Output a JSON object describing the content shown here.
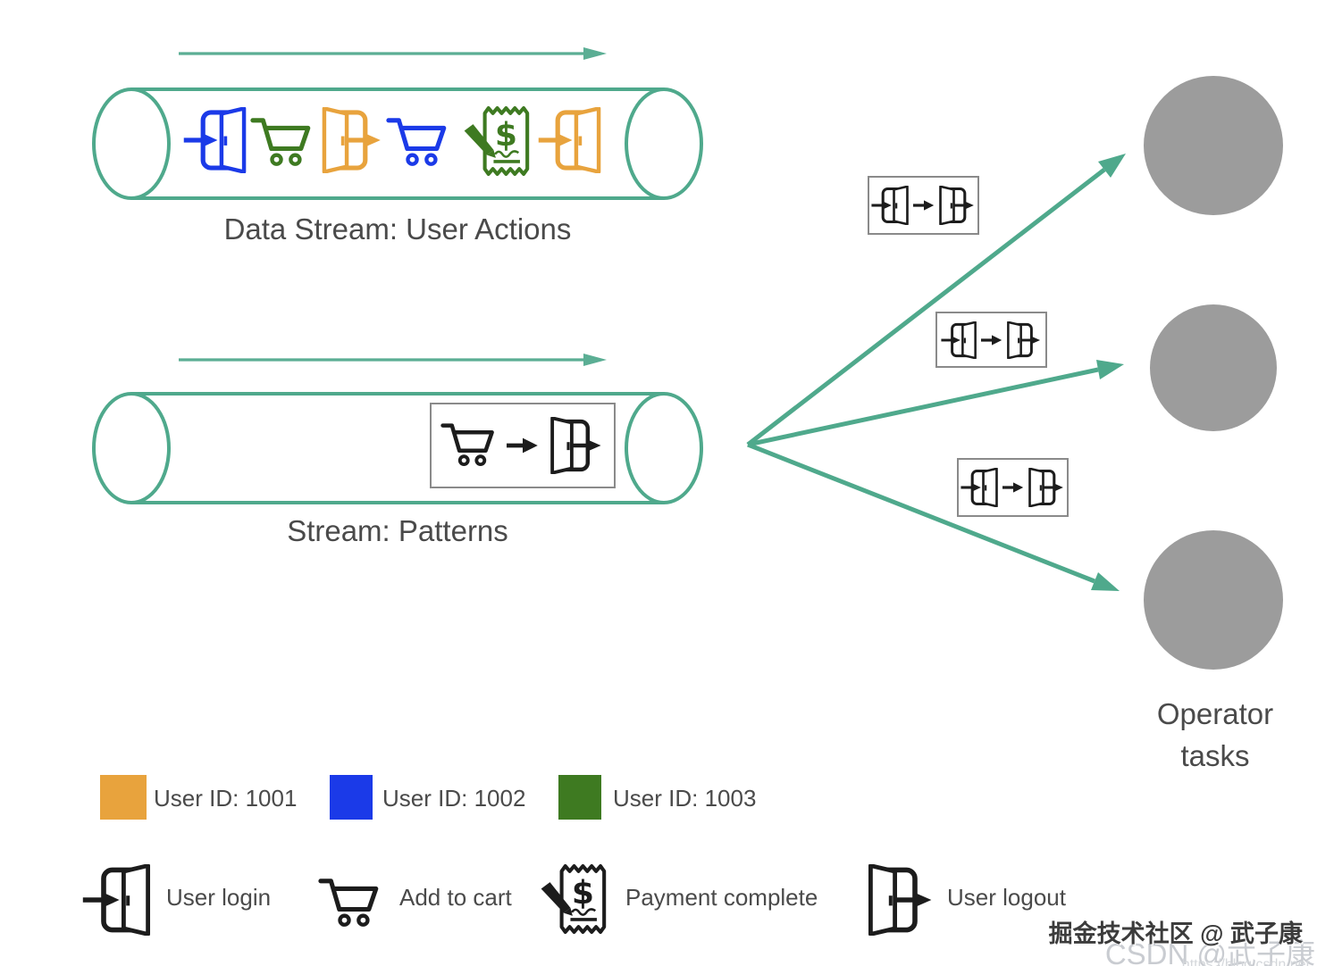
{
  "palette": {
    "stream_teal": "#4FA98C",
    "task_gray": "#9C9C9C",
    "label_gray": "#4A4A4A",
    "icon_black": "#1C1C1C",
    "box_border": "#8A8A8A",
    "user_1001_orange": "#E8A33D",
    "user_1002_blue": "#1B3AE8",
    "user_1003_green": "#3E7A21"
  },
  "user_actions_stream": {
    "label": "Data Stream: User Actions",
    "direction": "left-to-right",
    "events": [
      {
        "type": "user-login",
        "user_id": "1002",
        "color": "#1B3AE8"
      },
      {
        "type": "add-to-cart",
        "user_id": "1003",
        "color": "#3E7A21"
      },
      {
        "type": "user-logout",
        "user_id": "1001",
        "color": "#E8A33D"
      },
      {
        "type": "add-to-cart",
        "user_id": "1002",
        "color": "#1B3AE8"
      },
      {
        "type": "payment-complete",
        "user_id": "1003",
        "color": "#3E7A21"
      },
      {
        "type": "user-login",
        "user_id": "1001",
        "color": "#E8A33D"
      }
    ]
  },
  "patterns_stream": {
    "label": "Stream: Patterns",
    "direction": "left-to-right",
    "pattern": {
      "from": "add-to-cart",
      "to": "user-logout",
      "color": "#1C1C1C"
    }
  },
  "operator": {
    "label_line1": "Operator",
    "label_line2": "tasks",
    "tasks": [
      {
        "pattern": {
          "from": "user-login",
          "to": "user-logout"
        }
      },
      {
        "pattern": {
          "from": "user-login",
          "to": "user-logout"
        }
      },
      {
        "pattern": {
          "from": "user-login",
          "to": "user-logout"
        }
      }
    ]
  },
  "legend_users": [
    {
      "label": "User ID: 1001",
      "color": "#E8A33D"
    },
    {
      "label": "User ID: 1002",
      "color": "#1B3AE8"
    },
    {
      "label": "User ID: 1003",
      "color": "#3E7A21"
    }
  ],
  "legend_icons": [
    {
      "type": "user-login",
      "label": "User login"
    },
    {
      "type": "add-to-cart",
      "label": "Add to cart"
    },
    {
      "type": "payment-complete",
      "label": "Payment complete"
    },
    {
      "type": "user-logout",
      "label": "User logout"
    }
  ],
  "watermark": {
    "juejin": "掘金技术社区 @ 武子康",
    "csdn": "CSDN @武子康",
    "url": "https://blog.csdn.net"
  }
}
